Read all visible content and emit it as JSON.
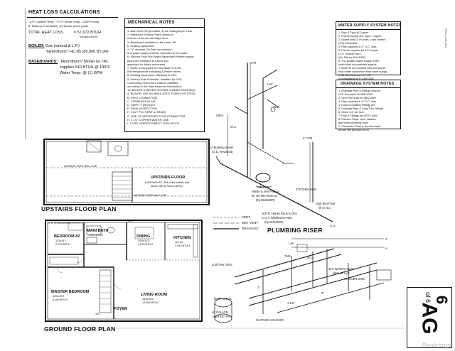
{
  "heat_loss": {
    "title": "HEAT LOSS CALCULATIONS",
    "line1": "-10°F Outside Temp., +72°F Inside Temp., 15mPH Wind",
    "line2": "8\" Masonry Foundation, (2) Blocks above grade",
    "total_label": "TOTAL HEAT LOSS",
    "total_value": "= 57,672 BTUH",
    "total_sub": "(Includes 8x6 ft)",
    "boiler_label": "BOILER:",
    "boiler_text1": "Gas (natural & L.P.)",
    "boiler_text2": "\"Hydrotherm\" HC-85 (85,000 BTUH)",
    "baseboard_label": "BASEBOARDS:",
    "baseboard_text1": "\"Hydrotherm\" Model no.740,",
    "baseboard_text2": "supplies 540 BTUH @ 190°F",
    "baseboard_text3": "Water Temp. @ (1) GPM"
  },
  "mech": {
    "title": "MECHANICAL NOTES",
    "items": [
      "1. Bath Vent Fan provides (2) Air Changes per Hour",
      "2. Bathroom Exhaust Fans ducted to",
      "   exterior of house via Ridge Vent.",
      "3. Baseboard radiation to be a min. 36\"",
      "   fr. heating equipment.",
      "4. \"V\" denotes On-Site connections.",
      "5. A water supply shall be extended to the boiler.",
      "6. Second Floor Hot Water Baseboard Heater supply",
      "   pipes are enclosed in a floor and",
      "   approved for future concealed.",
      "7. Boiler is equipped w/ Low Water Cut-Off,",
      "   that temperature indicating & Relief valves.",
      "8. Heating Equipment efficiency is 75%",
      "9. Factory Built Domestic, Installed by DHC",
      "   Connecting Flow Lines shall be installed",
      "   according to the manufacturers instructions.",
      "10. BOILER & WATER HEATER CONNECTION REQ.",
      "   A. BOILER, USE AN INSULATED STAINLESS STEEL",
      "   B. VENT CONNECTOR",
      "   C. COMBUSTION AIR",
      "   D. SAFETY DEVICES",
      "   E. FINAL INSPECTION",
      "   F. 1 1/2\" PVC VENT & INTAKE",
      "   G. USE OF APPROVED FLUE CONNECTOR",
      "   H. 1 1/2\" COPPER WATER LINE",
      "   I. TO BE VENTED DIRECT THRU ROOF"
    ]
  },
  "water": {
    "title": "WATER SUPPLY SYSTEM NOTES",
    "items": [
      "1. Pipe & Type M Copper",
      "2. Fixture Supply are Type L Copper",
      "3. Solder shall & 0% lead, Lead content",
      "   (0%) Restricted",
      "4. Pipe supports 6'-0\" O.C. max.",
      "5. Fixture supplies (to 1/2 Copper",
      "   (2'-0\" Supply max.)",
      "   (On-Site by BUILDER)",
      "6. The potable water supply to the",
      "   boiler shall be protected against",
      "7. Boiler to be provided with permanent",
      "   heat meter connection from water supply",
      "8. Air Chambers are 1\" x 8\"",
      "   in compliance w/ P-1400 A(3)"
    ]
  },
  "drain": {
    "title": "DRAINAGE SYSTEM NOTES",
    "items": [
      "1. Drainage Pipe & Fittings shall be",
      "   of 3\" Schedule 40 ABS-DWV",
      "2. Vent Pipe shall be ABS-DWV",
      "3. Pipe supports 4'-0\" O.C. max.",
      "4. Hubs to Isolated Fittings are",
      "5. Drainage Pipe & Long Turn Fittings",
      "6. Slope 1/4\" per foot",
      "7. Pipe & Fittings are NSF Listed",
      "8. Fixtures Traps, bore, Wastes",
      "   approved plumbing code",
      "9. Cleanouts Clean in the floor bath",
      "   on-site will (by BUILDER)"
    ]
  },
  "upstairs": {
    "title": "UPSTAIRS FLOOR PLAN",
    "room_label": "UPSTAIRS FLOOR",
    "room_sub1": "(UNFINISHED, Not to be heated and",
    "room_sub2": "future use by home owner)",
    "wall_label": "AVERAGE KNEE WALL LINE",
    "wall_label2": "AVERAGE KNEE WALL LINE"
  },
  "ground": {
    "title": "GROUND FLOOR PLAN",
    "rooms": [
      {
        "name": "BEDROOM #2",
        "size": "11'0x11'1",
        "btu": "2,730 BTUH"
      },
      {
        "name": "MAIN BATH",
        "size": "",
        "btu": "1,094 BTUH"
      },
      {
        "name": "DINING",
        "size": "10'0x11'5",
        "btu": "4,878 BTUH"
      },
      {
        "name": "KITCHEN",
        "size": "11'x10'",
        "btu": "3,440 BTUH"
      },
      {
        "name": "MASTER BEDROOM",
        "size": "16'0x12'9",
        "btu": "6,180 BTUH"
      },
      {
        "name": "LIVING ROOM",
        "size": "15'6x18'0",
        "btu": "12,384 BTUH"
      },
      {
        "name": "FOYER",
        "size": "",
        "btu": ""
      }
    ],
    "dim_top": "9'-6\" (3,300 BTUH)",
    "dim_top2": "8'-0\"",
    "wall_dim": "3/4\""
  },
  "plumbing": {
    "title": "PLUMBING RISER",
    "legend": [
      {
        "key": "vent",
        "label": "VENT"
      },
      {
        "key": "wetvent",
        "label": "WET VENT"
      },
      {
        "key": "drainage",
        "label": "DRAINAGE"
      }
    ],
    "note": "NOTE: Hanky Runs & Ohs",
    "note2": "C.O.'s installed On-site",
    "note3": "(by BUILDER)",
    "labels": {
      "genova": "\"GENOVA\"",
      "genova_sub": "Waste & Vent Fitting",
      "genova_sub2": "for On-site hook-up",
      "genova_sub3": "(by BUILDER)",
      "sewer": "to Building Sewer",
      "sewer_sub": "(O.D. Required)",
      "stub": "Stub thru Floor",
      "stub_sub": "@ O.H.C.",
      "kitchen_sink": "KITCHEN SINK",
      "lav": "LAV.",
      "wc": "W.C.",
      "tub": "TUB",
      "vtr": "VTR",
      "vtr2": "3\" VTR",
      "co": "C.O.",
      "second_floor": "2nd Floor Shmr",
      "kitchen": "KITCHEN SINK",
      "shmr": "Shmr",
      "dim1": "2\"",
      "dim2": "3\"",
      "dim3": "1 1/2\"",
      "water_inlet": "3/4\" WATER INLET",
      "water_inlet2": "Shut-off H₂O",
      "temp_valve": "TEMP VALVE",
      "gallon": "40 GALLON",
      "water_heater": "WATER HTR",
      "clothes_washer": "CLOTHES WASHER",
      "c_label": "C",
      "h_label": "H"
    }
  },
  "side_label": "Sheet note text",
  "sheet_number": "of 6",
  "sheet_letter": "AG",
  "sheet_number_big": "6",
  "watermark": "Realcomp"
}
